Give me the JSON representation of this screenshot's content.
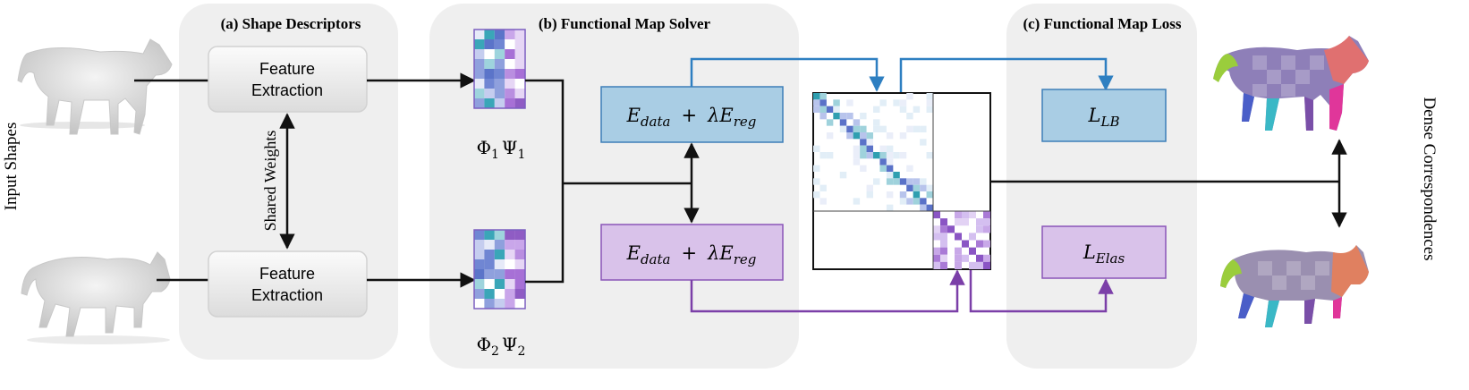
{
  "labels": {
    "input_shapes": "Input Shapes",
    "dense_correspondences": "Dense Correspondences",
    "shared_weights": "Shared Weights"
  },
  "panels": {
    "descriptors": "(a) Shape Descriptors",
    "solver": "(b) Functional Map Solver",
    "loss": "(c) Functional Map Loss"
  },
  "feature_extraction": {
    "line1": "Feature",
    "line2": "Extraction"
  },
  "basis": {
    "top_phi": "Φ",
    "top_phi_sub": "1",
    "top_psi": "Ψ",
    "top_psi_sub": "1",
    "bottom_phi": "Φ",
    "bottom_phi_sub": "2",
    "bottom_psi": "Ψ",
    "bottom_psi_sub": "2"
  },
  "energy": {
    "e": "E",
    "data_sub": "data",
    "plus": "+",
    "lambda_e": "λE",
    "reg_sub": "reg"
  },
  "loss": {
    "lb_main": "L",
    "lb_sub": "LB",
    "elas_main": "L",
    "elas_sub": "Elas"
  },
  "colors": {
    "blue_box": "#a9cde4",
    "blue_border": "#3d7fb8",
    "blue_arrow": "#2e7fc1",
    "purple_box": "#d9c2ea",
    "purple_border": "#8a55b8",
    "purple_arrow": "#7b3fa8",
    "panel_bg": "#efefef"
  },
  "icons": {
    "top_input": "cat-shape-gray-icon",
    "bottom_input": "lion-shape-gray-icon",
    "top_output": "cat-shape-colored-icon",
    "bottom_output": "lion-shape-colored-icon"
  }
}
